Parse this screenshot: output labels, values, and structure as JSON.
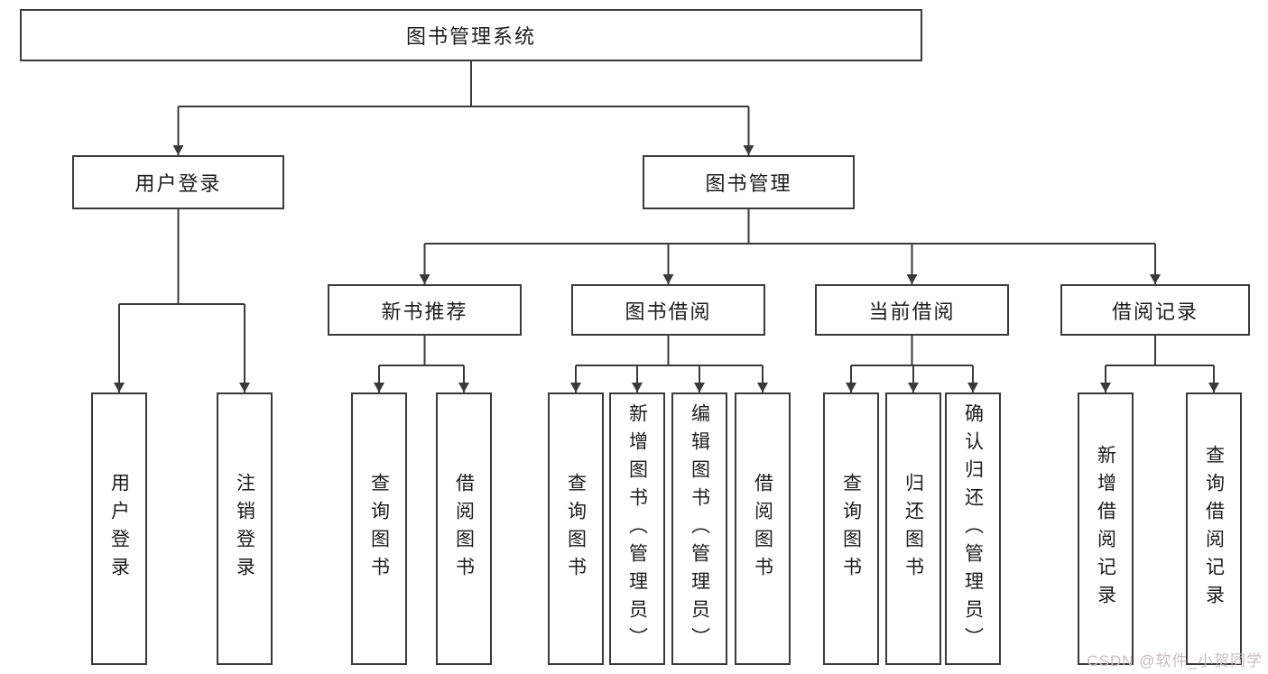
{
  "nodes": {
    "root": "图书管理系统",
    "user_login": "用户登录",
    "book_mgmt": "图书管理",
    "modules": [
      "新书推荐",
      "图书借阅",
      "当前借阅",
      "借阅记录"
    ],
    "user_login_leaves": [
      "用户登录",
      "注销登录"
    ],
    "recommend_leaves": [
      "查询图书",
      "借阅图书"
    ],
    "borrow_leaves": [
      "查询图书",
      "新增图书（管理员）",
      "编辑图书（管理员）",
      "借阅图书"
    ],
    "current_leaves": [
      "查询图书",
      "归还图书",
      "确认归还（管理员）"
    ],
    "record_leaves": [
      "新增借阅记录",
      "查询借阅记录"
    ]
  },
  "watermark": "CSDN @软件_小贺同学"
}
